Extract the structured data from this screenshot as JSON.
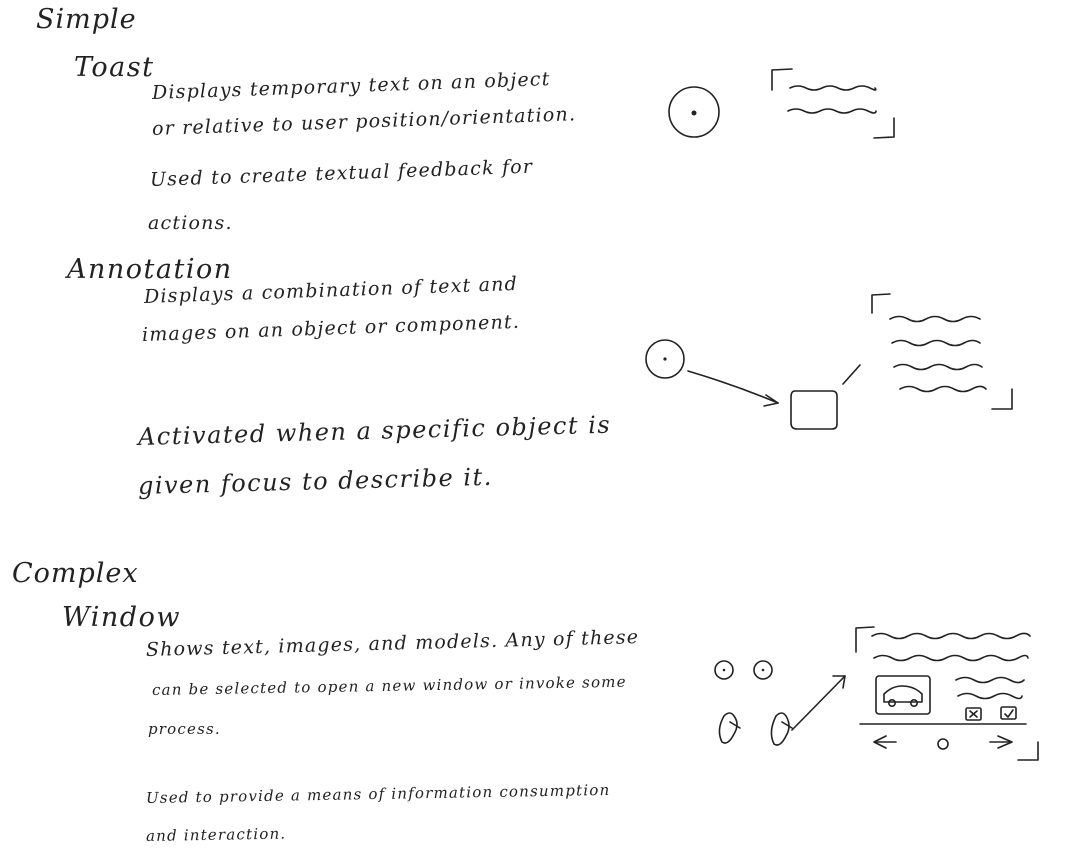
{
  "sections": [
    {
      "heading": "Simple",
      "items": [
        {
          "name": "Toast",
          "lines": [
            "Displays temporary text on an object",
            "or relative to user position/orientation.",
            "Used to create textual feedback for",
            "actions."
          ]
        },
        {
          "name": "Annotation",
          "lines": [
            "Displays a combination of text and",
            "images on an object or component.",
            "Activated when a specific object is",
            "given focus to describe it."
          ]
        }
      ]
    },
    {
      "heading": "Complex",
      "items": [
        {
          "name": "Window",
          "lines": [
            "Shows text, images, and models. Any of these",
            "can be selected to open a new window or invoke some",
            "process.",
            "Used to provide a means of information consumption",
            "and interaction."
          ]
        }
      ]
    }
  ],
  "icons": {
    "toast_sketch": "toast-sketch-icon",
    "annotation_sketch": "annotation-sketch-icon",
    "window_sketch": "window-sketch-icon"
  }
}
